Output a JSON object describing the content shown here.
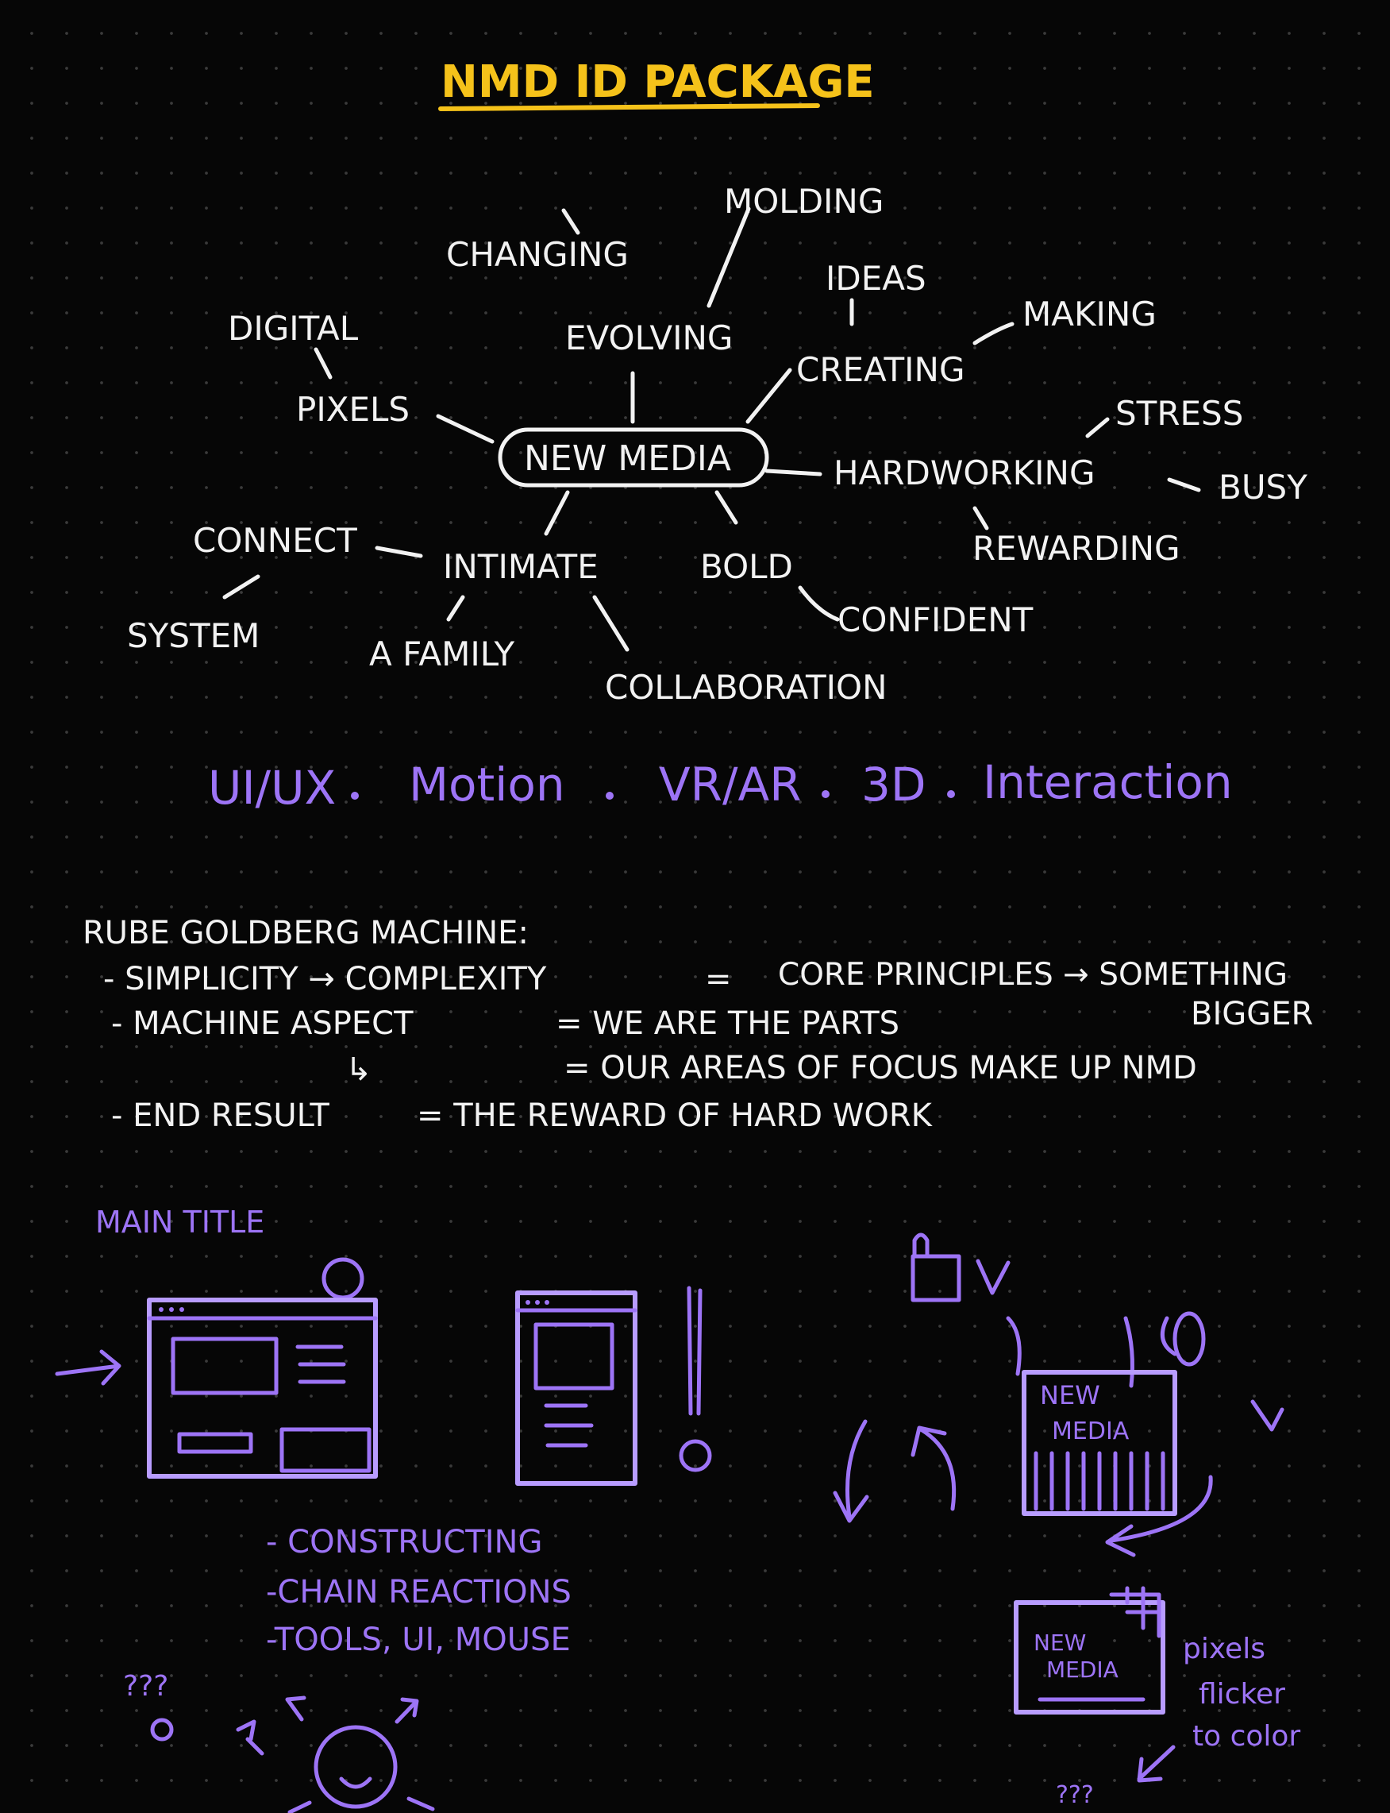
{
  "title": "NMD ID PACKAGE",
  "mindmap": {
    "center": "NEW MEDIA",
    "words": {
      "molding": "MOLDING",
      "changing": "CHANGING",
      "ideas": "IDEAS",
      "digital": "DIGITAL",
      "evolving": "EVOLVING",
      "making": "MAKING",
      "creating": "CREATING",
      "pixels": "PIXELS",
      "stress": "STRESS",
      "hardworking": "HARDWORKING",
      "busy": "BUSY",
      "connect": "CONNECT",
      "intimate": "INTIMATE",
      "bold": "BOLD",
      "rewarding": "REWARDING",
      "system": "SYSTEM",
      "a_family": "A FAMILY",
      "confident": "CONFIDENT",
      "collaboration": "COLLABORATION"
    }
  },
  "focus_areas": {
    "uiux": "UI/UX",
    "motion": "Motion",
    "vrar": "VR/AR",
    "three_d": "3D",
    "interaction": "Interaction"
  },
  "notes": {
    "heading": "RUBE GOLDBERG MACHINE:",
    "l1_left": "- SIMPLICITY → COMPLEXITY",
    "l1_eq": "=",
    "l1_right": "CORE PRINCIPLES → SOMETHING",
    "l1_cont": "BIGGER",
    "l2_left": "- MACHINE  ASPECT",
    "l2_right": "= WE ARE THE PARTS",
    "l3_arrow": "↳",
    "l3_right": "= OUR AREAS OF FOCUS MAKE UP NMD",
    "l4_left": "- END RESULT",
    "l4_right": "= THE REWARD OF HARD WORK"
  },
  "main_title": {
    "label": "MAIN TITLE",
    "bullets": [
      "- CONSTRUCTING",
      "-CHAIN REACTIONS",
      "-TOOLS, UI, MOUSE"
    ],
    "qmarks": "???",
    "sketch_new": "NEW",
    "sketch_media": "MEDIA",
    "sketch2_new": "NEW",
    "sketch2_media": "MEDIA",
    "side_note": [
      "pixels",
      "flicker",
      "to color"
    ],
    "small_q": "???"
  },
  "colors": {
    "ink": "#f2f2f2",
    "purple": "#9d74f6",
    "yellow": "#f5c21a",
    "paper": "#060606"
  }
}
